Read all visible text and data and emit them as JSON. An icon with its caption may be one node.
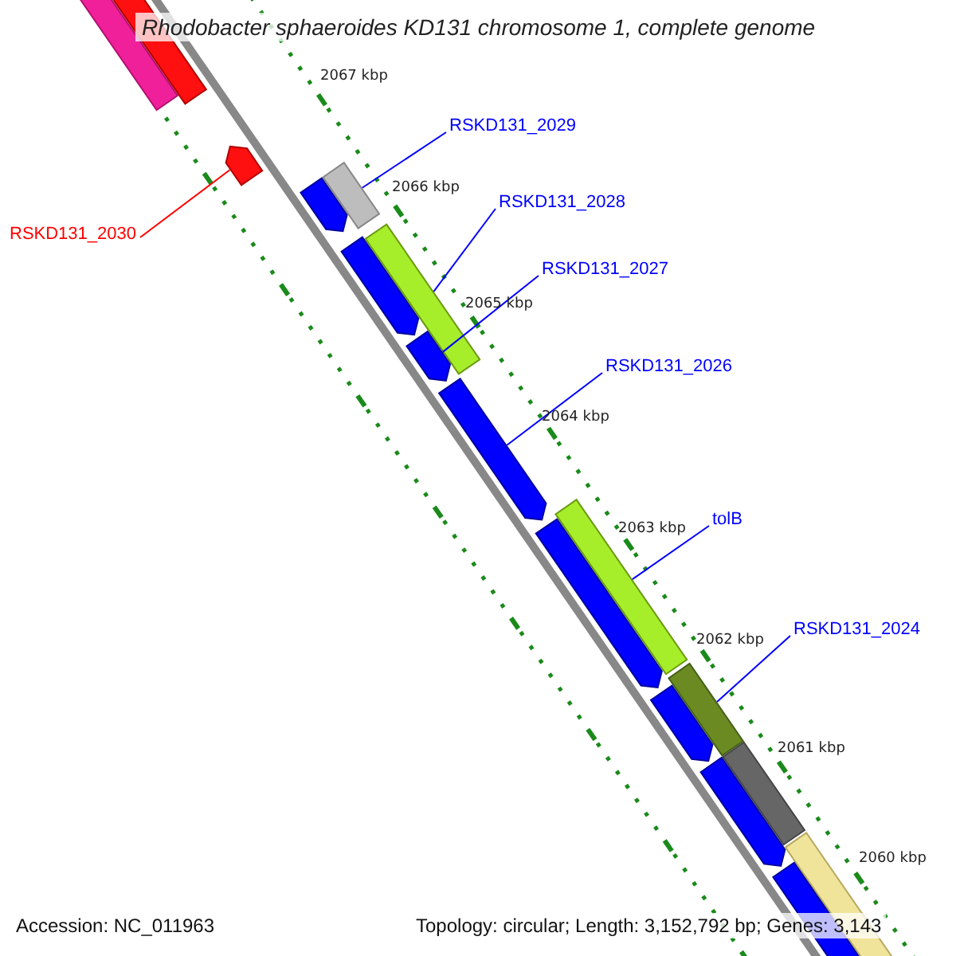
{
  "diagram": {
    "title": "Rhodobacter sphaeroides KD131 chromosome 1, complete genome",
    "nodes": [
      {
        "text": [
          "RSKD131_2030"
        ]
      },
      {
        "text": [
          "RSKD131_2029"
        ]
      },
      {
        "text": [
          "RSKD131_2028"
        ]
      },
      {
        "text": [
          "RSKD131_2027"
        ]
      },
      {
        "text": [
          "RSKD131_2026"
        ]
      },
      {
        "text": [
          "tolB"
        ]
      },
      {
        "text": [
          "RSKD131_2024"
        ]
      },
      {
        "text": [],
        "shape": "arrow"
      },
      {
        "text": [],
        "shape": "bar"
      },
      {
        "text": [],
        "shape": "bar"
      },
      {
        "text": [],
        "shape": "arrow"
      },
      {
        "text": [],
        "shape": "arrow"
      },
      {
        "text": [],
        "shape": "bar"
      },
      {
        "text": [],
        "shape": "bar"
      }
    ],
    "edges": [
      {
        "from": 0,
        "to": 7,
        "arrow": "none",
        "color": "#ff0000"
      },
      {
        "from": 1,
        "to": 8,
        "arrow": "none"
      },
      {
        "from": 2,
        "to": 9,
        "arrow": "none"
      },
      {
        "from": 3,
        "to": 10,
        "arrow": "none"
      },
      {
        "from": 4,
        "to": 11,
        "arrow": "none"
      },
      {
        "from": 5,
        "to": 12,
        "arrow": "none"
      },
      {
        "from": 6,
        "to": 13,
        "arrow": "none"
      }
    ],
    "labels": [
      "2067 kbp",
      "2066 kbp",
      "2065 kbp",
      "2064 kbp",
      "2063 kbp",
      "2062 kbp",
      "2061 kbp",
      "2060 kbp",
      "Accession: NC_011963",
      "Topology: circular; Length: 3,152,792 bp; Genes: 3,143"
    ]
  }
}
